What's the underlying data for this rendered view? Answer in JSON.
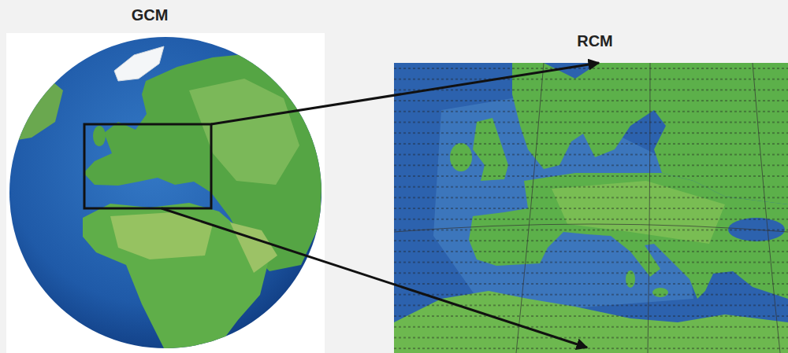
{
  "diagram": {
    "nodes": [
      {
        "text": [
          "GCM"
        ]
      },
      {
        "text": [
          "RCM"
        ]
      }
    ],
    "edges": [
      {
        "from": 0,
        "to": 1,
        "arrow": "to"
      },
      {
        "from": 0,
        "to": 1,
        "arrow": "to"
      }
    ]
  }
}
